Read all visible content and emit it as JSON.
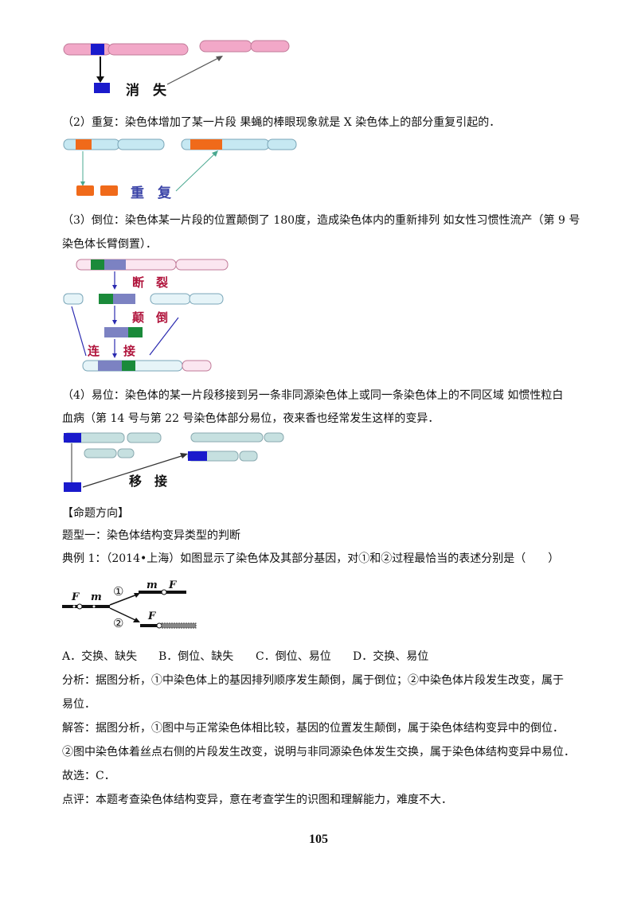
{
  "diagrams": {
    "deletion_label": "消　失",
    "duplication_label": "重　复",
    "inversion_break_label": "断　裂",
    "inversion_flip_label": "颠　倒",
    "inversion_join_label": "连　　接",
    "translocation_label": "移　接",
    "example_gene_F": "F",
    "example_gene_m": "m",
    "example_circle_1": "①",
    "example_circle_2": "②"
  },
  "text": {
    "duplication": "（2）重复：染色体增加了某一片段 果蝇的棒眼现象就是 X 染色体上的部分重复引起的．",
    "inversion_1": "（3）倒位：染色体某一片段的位置颠倒了 180度，造成染色体内的重新排列 如女性习惯性流产（第 9 号",
    "inversion_2": "染色体长臂倒置）．",
    "translocation_1": "（4）易位：染色体的某一片段移接到另一条非同源染色体上或同一条染色体上的不同区域 如惯性粒白",
    "translocation_2": "血病（第 14 号与第 22 号染色体部分易位，夜来香也经常发生这样的变异．",
    "heading": "【命题方向】",
    "type_one": "题型一：染色体结构变异类型的判断",
    "example": "典例 1：（2014•上海）如图显示了染色体及其部分基因，对①和②过程最恰当的表述分别是（　　）",
    "option_a": "A．交换、缺失",
    "option_b": "B．倒位、缺失",
    "option_c": "C．倒位、易位",
    "option_d": "D．交换、易位",
    "analysis_1": "分析：据图分析，①中染色体上的基因排列顺序发生颠倒，属于倒位；②中染色体片段发生改变，属于",
    "analysis_2": "易位．",
    "answer_1": "解答：据图分析，①图中与正常染色体相比较，基因的位置发生颠倒，属于染色体结构变异中的倒位．",
    "answer_2": "②图中染色体着丝点右侧的片段发生改变，说明与非同源染色体发生交换，属于染色体结构变异中易位．",
    "choice": "故选：C．",
    "comment": "点评：本题考查染色体结构变异，意在考查学生的识图和理解能力，难度不大．"
  },
  "page_number": "105",
  "colors": {
    "pink": "#f2a8c8",
    "light_blue": "#c6e8f2",
    "blue_block": "#1a1acc",
    "orange": "#f06a1a",
    "green": "#1a8a3a",
    "purple": "#7c82c2",
    "label_blue": "#3b44a8",
    "label_red": "#b0143c"
  }
}
